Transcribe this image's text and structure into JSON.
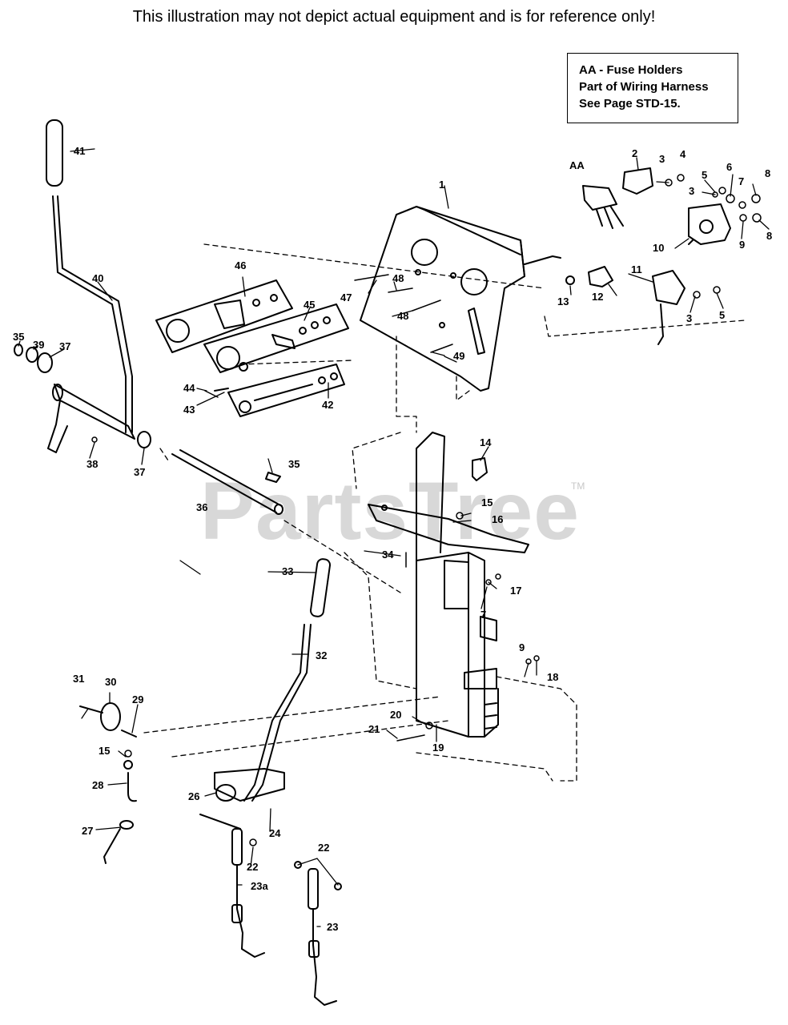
{
  "header": {
    "disclaimer": "This illustration may not depict actual equipment and is for reference only!"
  },
  "note_box": {
    "line1": "AA - Fuse Holders",
    "line2": "Part of Wiring Harness",
    "line3": "See Page STD-15."
  },
  "watermark": {
    "text": "PartsTree",
    "trademark": "TM"
  },
  "callouts": {
    "c1": "1",
    "c2": "2",
    "c3a": "3",
    "c3b": "3",
    "c3c": "3",
    "c4": "4",
    "c5a": "5",
    "c5b": "5",
    "c6": "6",
    "c7a": "7",
    "c7b": "7",
    "c8a": "8",
    "c8b": "8",
    "c9a": "9",
    "c9b": "9",
    "c10": "10",
    "c11": "11",
    "c12": "12",
    "c13": "13",
    "c14": "14",
    "c15a": "15",
    "c15b": "15",
    "c16": "16",
    "c17": "17",
    "c18": "18",
    "c19": "19",
    "c20": "20",
    "c21": "21",
    "c22a": "22",
    "c22b": "22",
    "c23": "23",
    "c23a": "23a",
    "c24": "24",
    "c26": "26",
    "c27": "27",
    "c28": "28",
    "c29": "29",
    "c30": "30",
    "c31": "31",
    "c32": "32",
    "c33": "33",
    "c34": "34",
    "c35a": "35",
    "c35b": "35",
    "c36": "36",
    "c37a": "37",
    "c37b": "37",
    "c38": "38",
    "c39": "39",
    "c40": "40",
    "c41": "41",
    "c42": "42",
    "c43": "43",
    "c44": "44",
    "c45": "45",
    "c46": "46",
    "c47": "47",
    "c48a": "48",
    "c48b": "48",
    "c49": "49",
    "cAA": "AA"
  }
}
